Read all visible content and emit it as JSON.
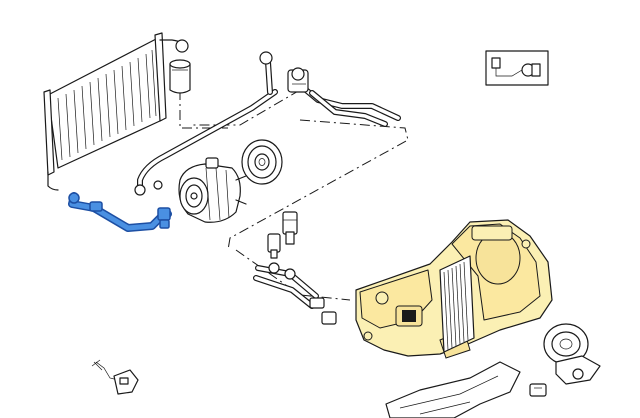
{
  "diagram": {
    "type": "exploded-parts-view",
    "highlight_color": "#3a7bd5",
    "housing_fill_color": "#fbf0b4",
    "line_color": "#1a1a1a",
    "highlighted_part": "hose-pipe",
    "parts": [
      "condenser",
      "receiver-drier",
      "compressor",
      "compressor-pulley",
      "high-pressure-hose",
      "refrigerant-pipes",
      "pressure-switch",
      "expansion-valve",
      "heater-blower-housing",
      "evaporator-core",
      "blower-motor",
      "resistor",
      "switch-connector",
      "duct"
    ]
  }
}
